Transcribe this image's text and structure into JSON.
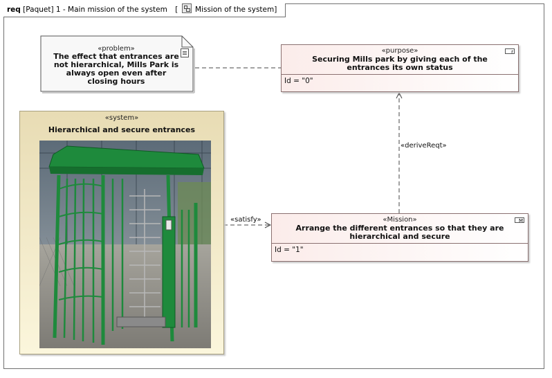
{
  "frame": {
    "keyword": "req",
    "title": "[Paquet] 1 -  Main mission of the system",
    "ref_open": "[",
    "ref_label": "Mission of the system]",
    "ref_icon": "diagram-icon"
  },
  "problem": {
    "stereotype": "«problem»",
    "text": "The effect that entrances are not hierarchical, Mills Park is always open even after closing hours",
    "icon": "document-icon"
  },
  "purpose": {
    "stereotype": "«purpose»",
    "name": "Securing Mills park by giving each of the entrances its own status",
    "id_attr": "Id = \"0\"",
    "icon": "requirement-icon"
  },
  "system": {
    "stereotype": "«system»",
    "name": "Hierarchical and secure entrances",
    "image": "turnstile-photo"
  },
  "mission": {
    "stereotype": "«Mission»",
    "name": "Arrange the different entrances so that they are hierarchical and secure",
    "id_attr": "Id = \"1\"",
    "icon": "mission-icon"
  },
  "connectors": {
    "derive": "«deriveReqt»",
    "satisfy": "«satisfy»"
  },
  "colors": {
    "frame_border": "#707070",
    "req_fill": "#fbecea",
    "system_fill": "#e8dcb4",
    "turnstile_green": "#1e8a3c"
  }
}
